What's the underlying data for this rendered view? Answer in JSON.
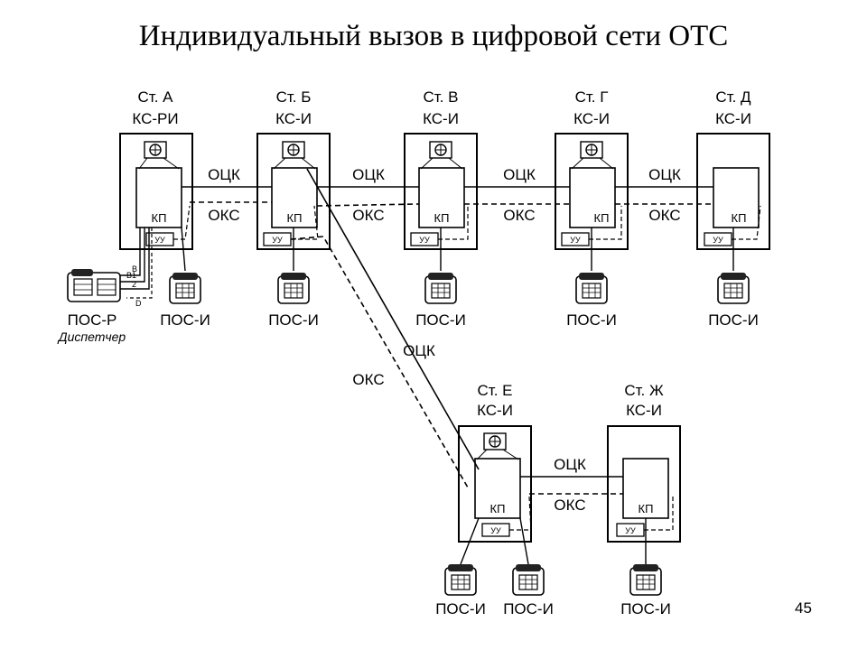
{
  "title": "Индивидуальный вызов в цифровой сети ОТС",
  "page_number": "45",
  "stations": [
    {
      "name": "Ст. А",
      "type": "КС-РИ"
    },
    {
      "name": "Ст. Б",
      "type": "КС-И"
    },
    {
      "name": "Ст. В",
      "type": "КС-И"
    },
    {
      "name": "Ст. Г",
      "type": "КС-И"
    },
    {
      "name": "Ст. Д",
      "type": "КС-И"
    },
    {
      "name": "Ст. Е",
      "type": "КС-И"
    },
    {
      "name": "Ст. Ж",
      "type": "КС-И"
    }
  ],
  "link_labels": {
    "ock": "ОЦК",
    "oks": "ОКС"
  },
  "unit_labels": {
    "kp": "КП",
    "uu": "УУ"
  },
  "terminals": {
    "pos_i": "ПОС-И",
    "pos_r": "ПОС-Р",
    "dispatcher": "Диспетчер",
    "wire_b": "B",
    "wire_b1": "B1",
    "wire_b2": "2",
    "wire_d": "D"
  }
}
